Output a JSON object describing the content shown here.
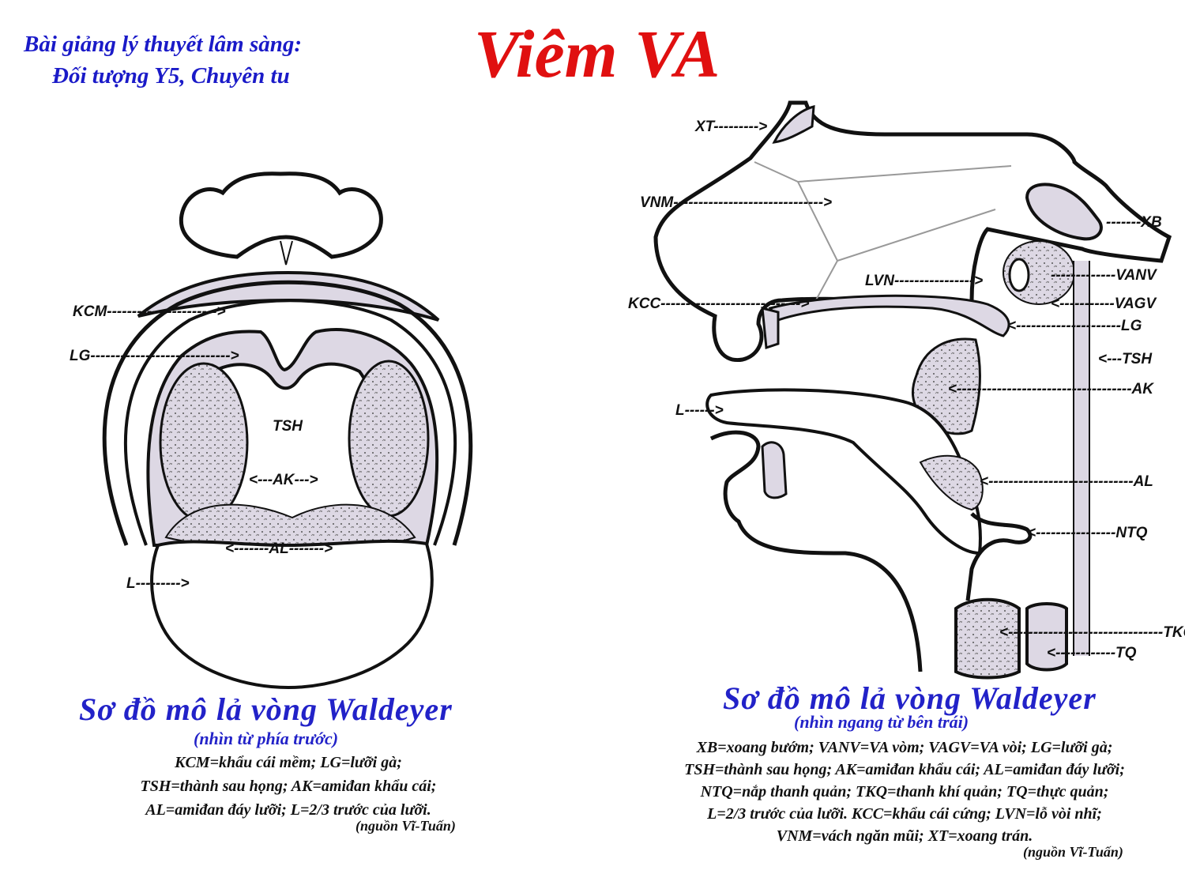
{
  "header": {
    "subtitle_line1": "Bài giảng lý thuyết lâm sàng:",
    "subtitle_line2": "Đối tượng Y5, Chuyên tu",
    "title": "Viêm VA"
  },
  "front_view": {
    "labels": {
      "kcm": "KCM---------------------->",
      "lg": "LG---------------------------->",
      "tsh": "TSH",
      "ak": "<---AK--->",
      "al": "<-------AL------->",
      "l": "L--------->"
    },
    "caption_title": "Sơ đồ mô lả vòng Waldeyer",
    "caption_sub": "(nhìn từ phía trước)",
    "legend": [
      "KCM=khẩu cái mềm; LG=lưỡi gà;",
      "TSH=thành sau họng; AK=amiđan khẩu cái;",
      "AL=amiđan đáy lưỡi; L=2/3 trước của lưỡi."
    ],
    "source": "(nguồn Vĩ-Tuấn)"
  },
  "side_view": {
    "labels": {
      "xt": "XT--------->",
      "vnm": "VNM------------------------------>",
      "lvn": "LVN---------------->",
      "kcc": "KCC---------------------------->",
      "l": "L------>",
      "xb": "-------XB",
      "vanv": "-------------VANV",
      "vagv": "<-----------VAGV",
      "lg": "<---------------------LG",
      "tsh": "<---TSH",
      "ak": "<-----------------------------------AK",
      "al": "<-----------------------------AL",
      "ntq": "<----------------NTQ",
      "tkq": "<-------------------------------TKQ",
      "tq": "<------------TQ"
    },
    "caption_title": "Sơ đồ mô lả vòng Waldeyer",
    "caption_sub": "(nhìn ngang từ bên trái)",
    "legend": [
      "XB=xoang bướm; VANV=VA vòm; VAGV=VA vòi; LG=lưỡi gà;",
      "TSH=thành sau họng; AK=amiđan khẩu cái; AL=amiđan đáy lưỡi;",
      "NTQ=nắp thanh quản; TKQ=thanh khí quản; TQ=thực quản;",
      "L=2/3 trước của lưỡi. KCC=khẩu cái cứng; LVN=lỗ vòi nhĩ;",
      "VNM=vách ngăn mũi; XT=xoang trán."
    ],
    "source": "(nguồn Vĩ-Tuấn)"
  },
  "colors": {
    "title_red": "#e01010",
    "caption_blue": "#2222c8",
    "tissue_fill": "#ddd8e4",
    "ink": "#111111"
  }
}
